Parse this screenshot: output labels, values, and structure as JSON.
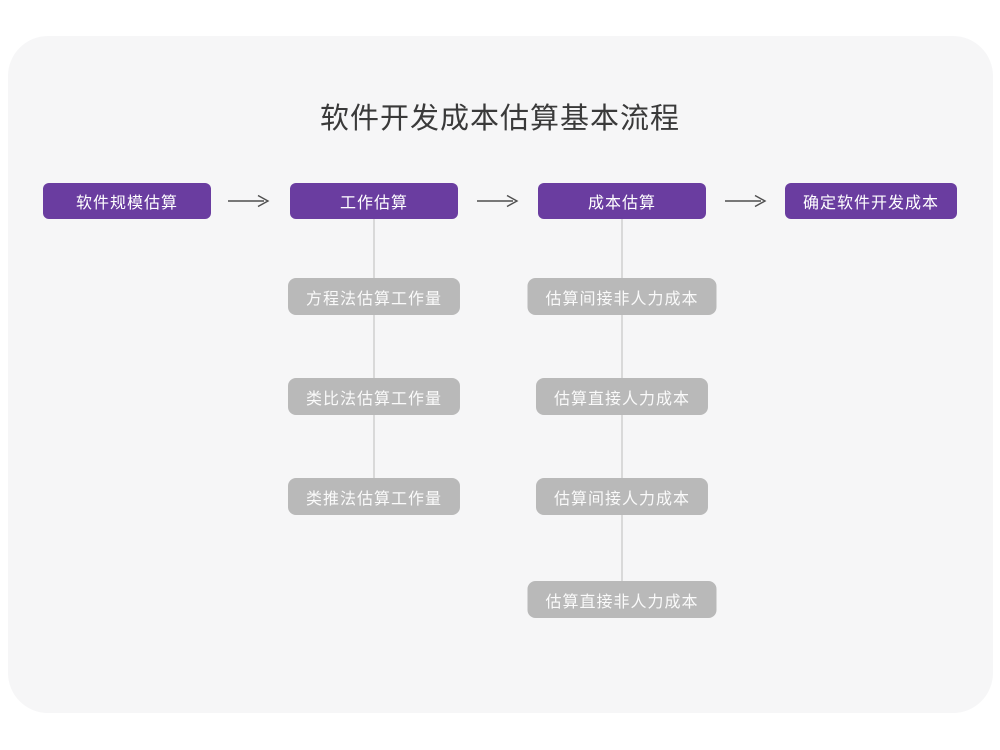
{
  "title": "软件开发成本估算基本流程",
  "colors": {
    "primary_purple": "#6a3da0",
    "sub_node_gray": "#b9b9b9",
    "connector_line": "#d9d9d9",
    "card_background": "#f6f6f7",
    "page_background": "#ffffff",
    "title_text": "#3a3a3a",
    "arrow": "#4f4f4f"
  },
  "flow": {
    "main_nodes": [
      {
        "label": "软件规模估算"
      },
      {
        "label": "工作估算"
      },
      {
        "label": "成本估算"
      },
      {
        "label": "确定软件开发成本"
      }
    ],
    "work_estimation_methods": [
      "方程法估算工作量",
      "类比法估算工作量",
      "类推法估算工作量"
    ],
    "cost_estimation_steps": [
      "估算间接非人力成本",
      "估算直接人力成本",
      "估算间接人力成本",
      "估算直接非人力成本"
    ]
  }
}
